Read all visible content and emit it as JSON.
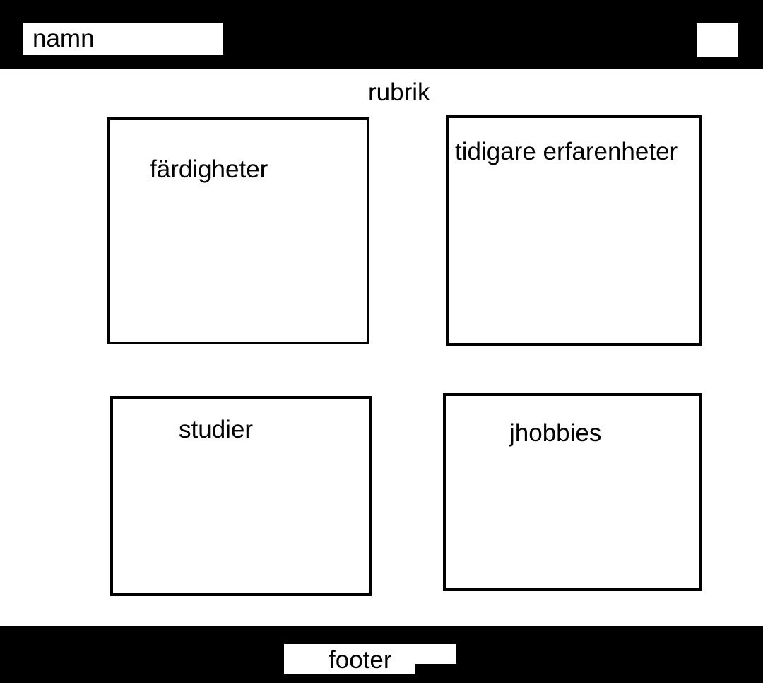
{
  "header": {
    "name_label": "namn"
  },
  "main": {
    "title": "rubrik",
    "sections": [
      {
        "label": "färdigheter"
      },
      {
        "label": "tidigare erfarenheter"
      },
      {
        "label": "studier"
      },
      {
        "label": "jhobbies"
      }
    ]
  },
  "footer": {
    "label": "footer"
  },
  "colors": {
    "bars": "#000000",
    "background": "#ffffff"
  }
}
